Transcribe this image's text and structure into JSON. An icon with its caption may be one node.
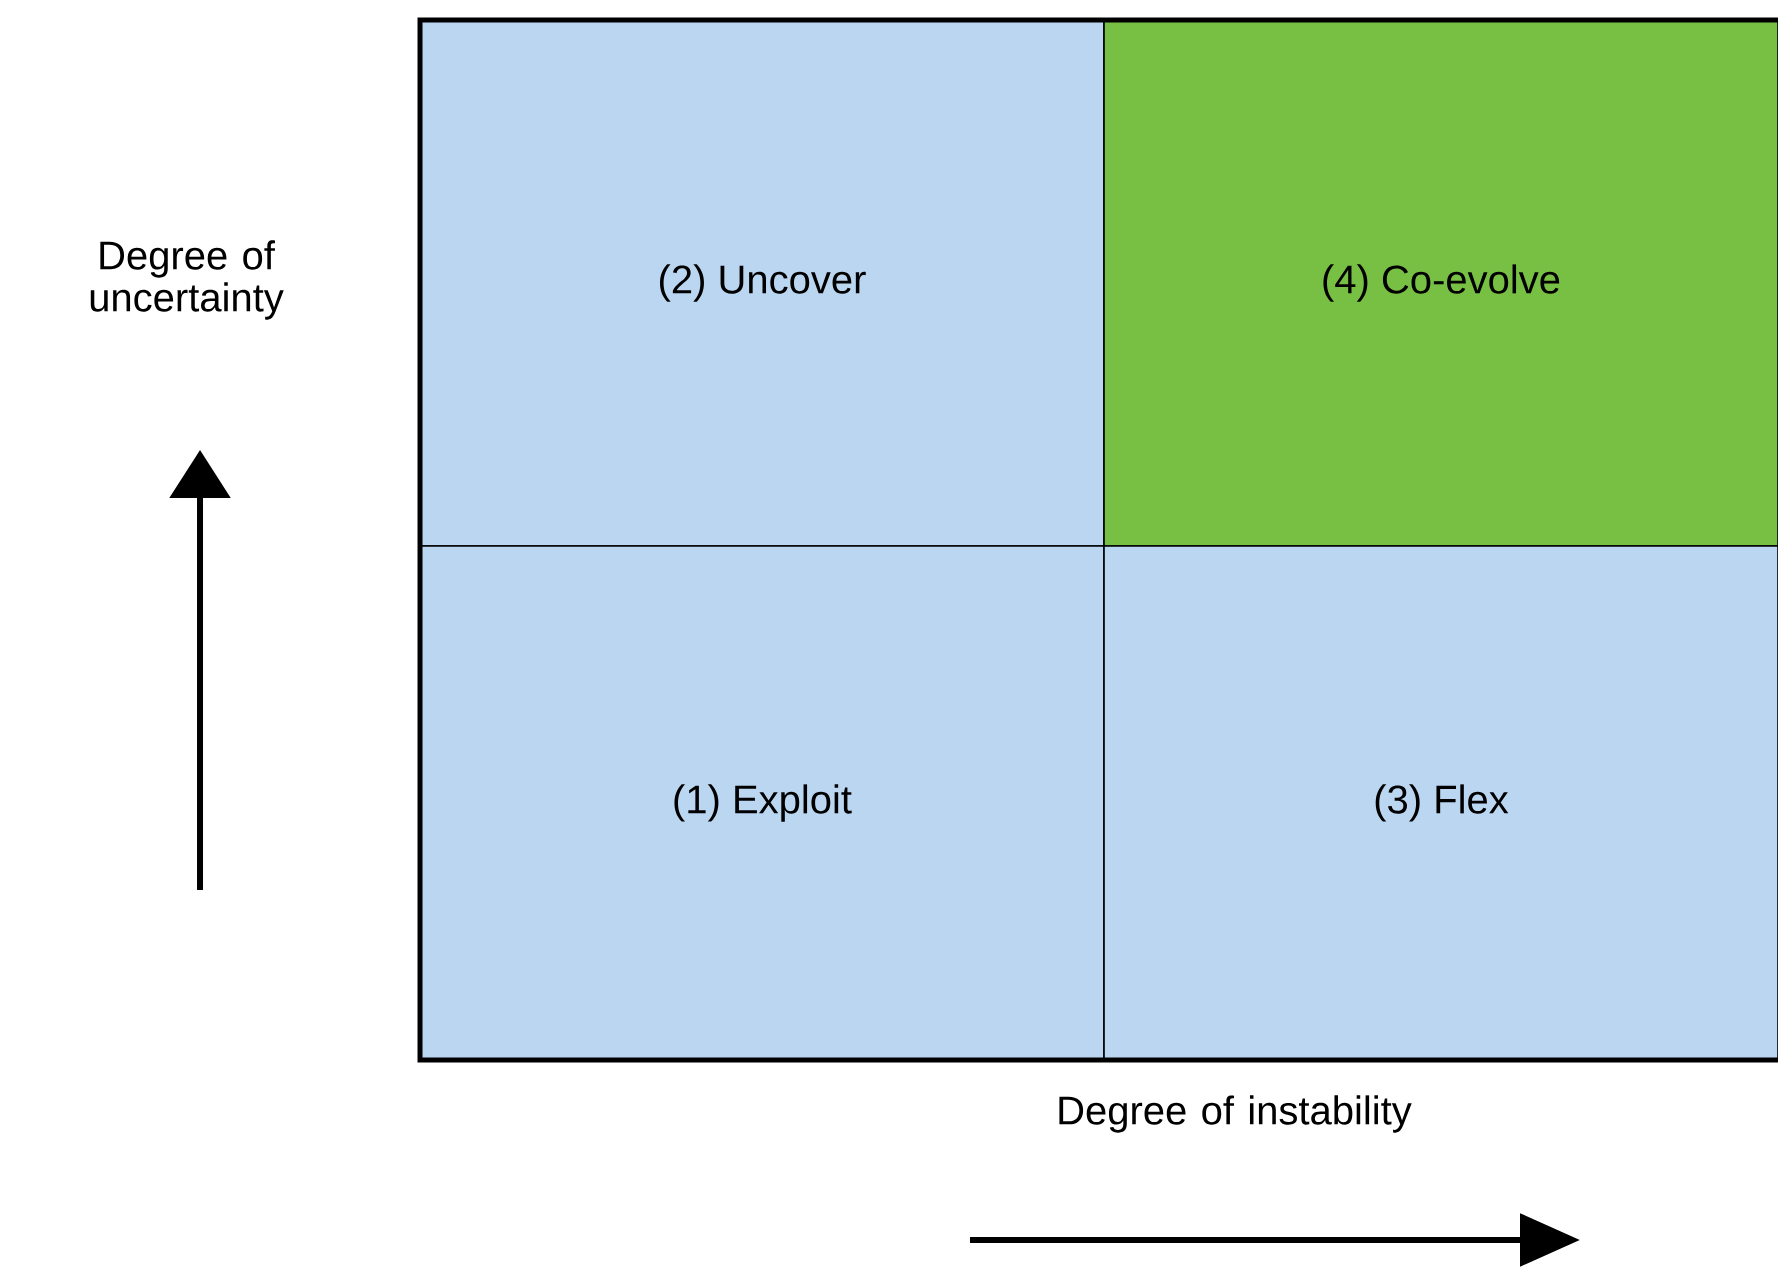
{
  "diagram": {
    "nodes": [
      {
        "text": [
          "(2) Uncover"
        ]
      },
      {
        "text": [
          "(4) Co-evolve"
        ]
      },
      {
        "text": [
          "(1) Exploit"
        ]
      },
      {
        "text": [
          "(3) Flex"
        ]
      }
    ],
    "labels": [
      "Degree of uncertainty",
      "Degree of instability"
    ]
  }
}
